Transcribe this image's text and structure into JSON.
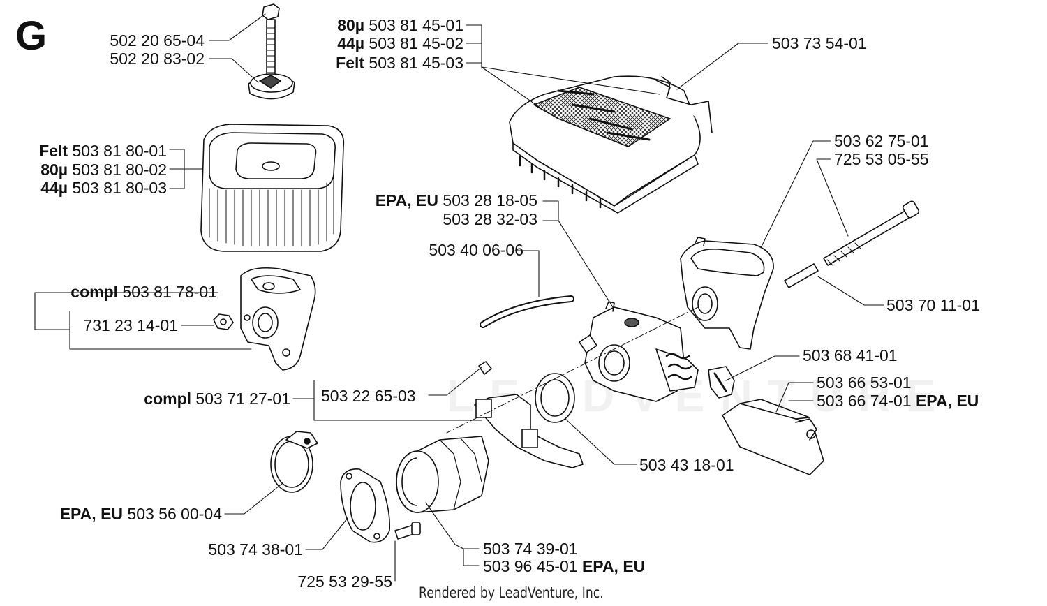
{
  "diagram": {
    "section_letter": "G",
    "footer": "Rendered by LeadVenture, Inc.",
    "watermark": "LEADVENTURE",
    "labels": {
      "l01": {
        "part": "502 20 65-04"
      },
      "l02": {
        "part": "502 20 83-02"
      },
      "l03": {
        "qualifier": "80µ",
        "part": "503 81 45-01"
      },
      "l04": {
        "qualifier": "44µ",
        "part": "503 81 45-02"
      },
      "l05": {
        "qualifier": "Felt",
        "part": "503 81 45-03"
      },
      "l06": {
        "part": "503 73 54-01"
      },
      "l07": {
        "qualifier": "Felt",
        "part": "503 81 80-01"
      },
      "l08": {
        "qualifier": "80µ",
        "part": "503 81 80-02"
      },
      "l09": {
        "qualifier": "44µ",
        "part": "503 81 80-03"
      },
      "l10": {
        "part": "503 62 75-01"
      },
      "l11": {
        "part": "725 53 05-55"
      },
      "l12": {
        "qualifier": "EPA, EU",
        "part": "503 28 18-05"
      },
      "l13": {
        "part": "503 28 32-03"
      },
      "l14": {
        "part": "503 40 06-06"
      },
      "l15": {
        "part": "503 70 11-01"
      },
      "l16": {
        "qualifier": "compl",
        "part": "503 81 78-01"
      },
      "l17": {
        "part": "731 23 14-01"
      },
      "l18": {
        "part": "503 68 41-01"
      },
      "l19": {
        "part": "503 66 53-01"
      },
      "l20": {
        "part": "503 66 74-01",
        "qualifier": "EPA, EU"
      },
      "l21": {
        "qualifier": "compl",
        "part": "503 71 27-01"
      },
      "l22": {
        "part": "503 22 65-03"
      },
      "l23": {
        "part": "503 43 18-01"
      },
      "l24": {
        "qualifier": "EPA, EU",
        "part": "503 56 00-04"
      },
      "l25": {
        "part": "503 74 38-01"
      },
      "l26": {
        "part": "503 74 39-01"
      },
      "l27": {
        "part": "503 96 45-01",
        "qualifier": "EPA, EU"
      },
      "l28": {
        "part": "725 53 29-55"
      }
    }
  }
}
